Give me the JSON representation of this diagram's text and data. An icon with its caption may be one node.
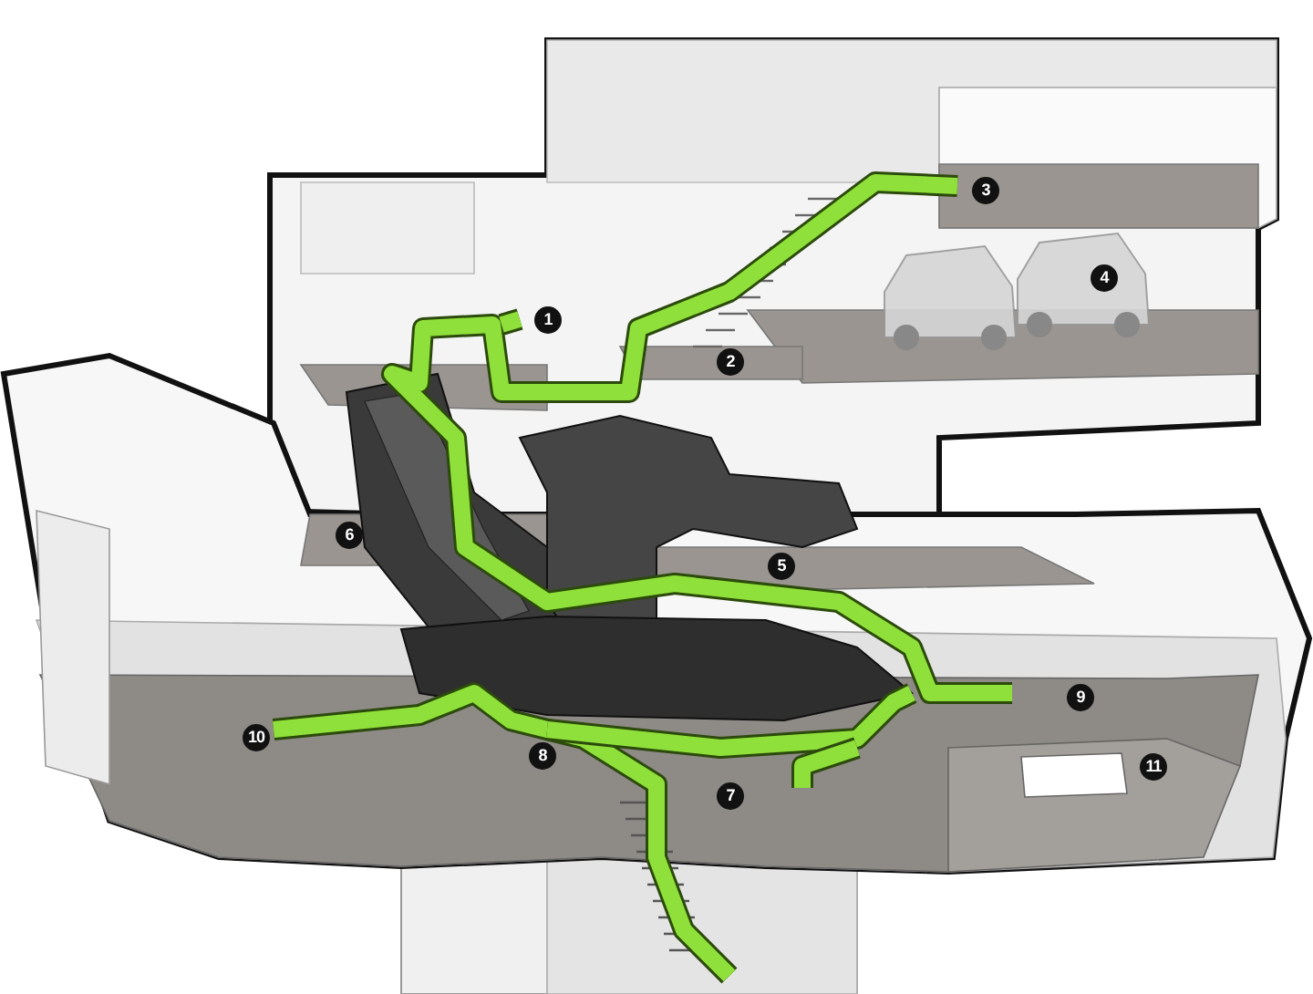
{
  "diagram": {
    "labels": [
      "3",
      "4",
      "1",
      "2",
      "6",
      "5",
      "9",
      "10",
      "8",
      "11",
      "7"
    ]
  }
}
